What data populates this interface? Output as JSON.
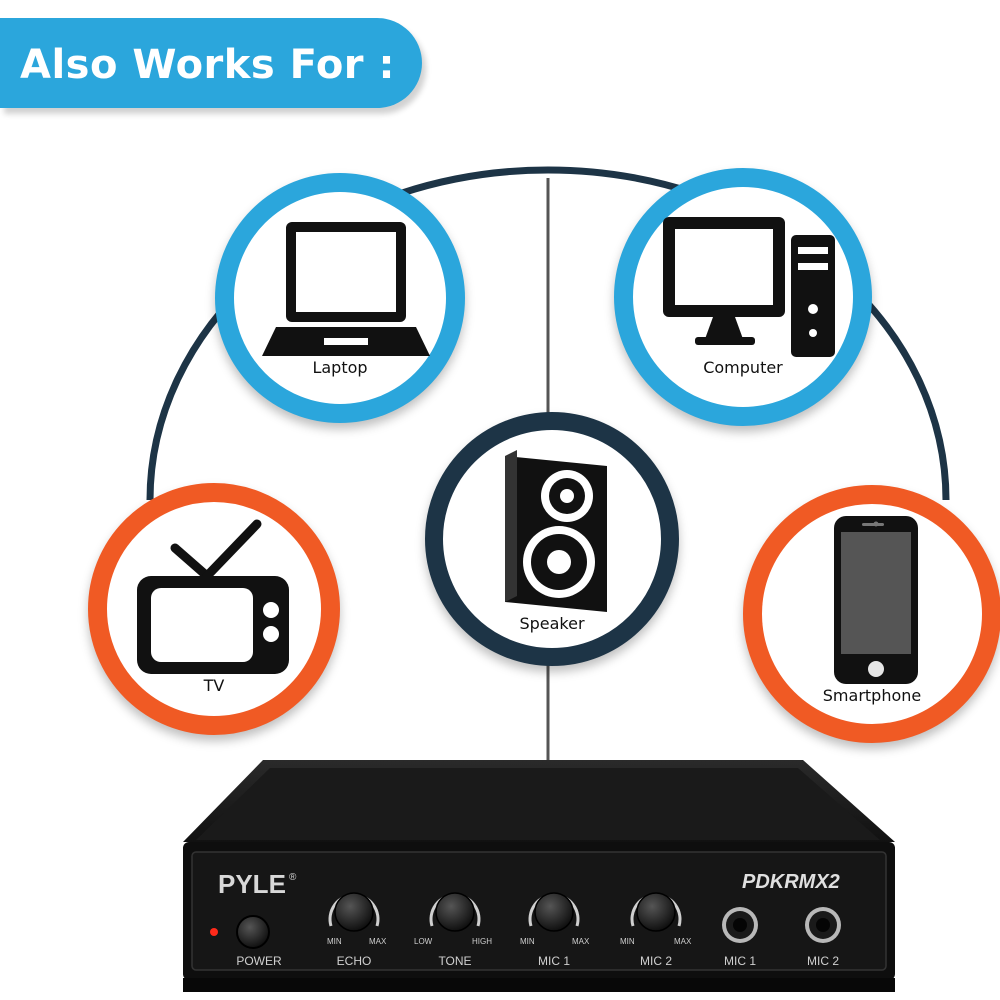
{
  "banner": {
    "title": "Also Works For :"
  },
  "colors": {
    "blue_ring": "#2ba6dc",
    "orange_ring": "#f05a24",
    "navy_ring": "#1d3446",
    "banner": "#2ba6dc"
  },
  "devices": {
    "laptop": {
      "label": "Laptop",
      "icon": "laptop-icon"
    },
    "computer": {
      "label": "Computer",
      "icon": "desktop-computer-icon"
    },
    "speaker": {
      "label": "Speaker",
      "icon": "speaker-icon"
    },
    "tv": {
      "label": "TV",
      "icon": "tv-icon"
    },
    "smartphone": {
      "label": "Smartphone",
      "icon": "smartphone-icon"
    }
  },
  "mixer": {
    "brand": "PYLE",
    "brand_mark": "®",
    "model": "PDKRMX2",
    "power_label": "POWER",
    "knobs": [
      {
        "label": "ECHO",
        "min": "MIN",
        "max": "MAX"
      },
      {
        "label": "TONE",
        "min": "LOW",
        "max": "HIGH"
      },
      {
        "label": "MIC 1",
        "min": "MIN",
        "max": "MAX"
      },
      {
        "label": "MIC 2",
        "min": "MIN",
        "max": "MAX"
      }
    ],
    "jacks": [
      {
        "label": "MIC 1"
      },
      {
        "label": "MIC 2"
      }
    ]
  }
}
